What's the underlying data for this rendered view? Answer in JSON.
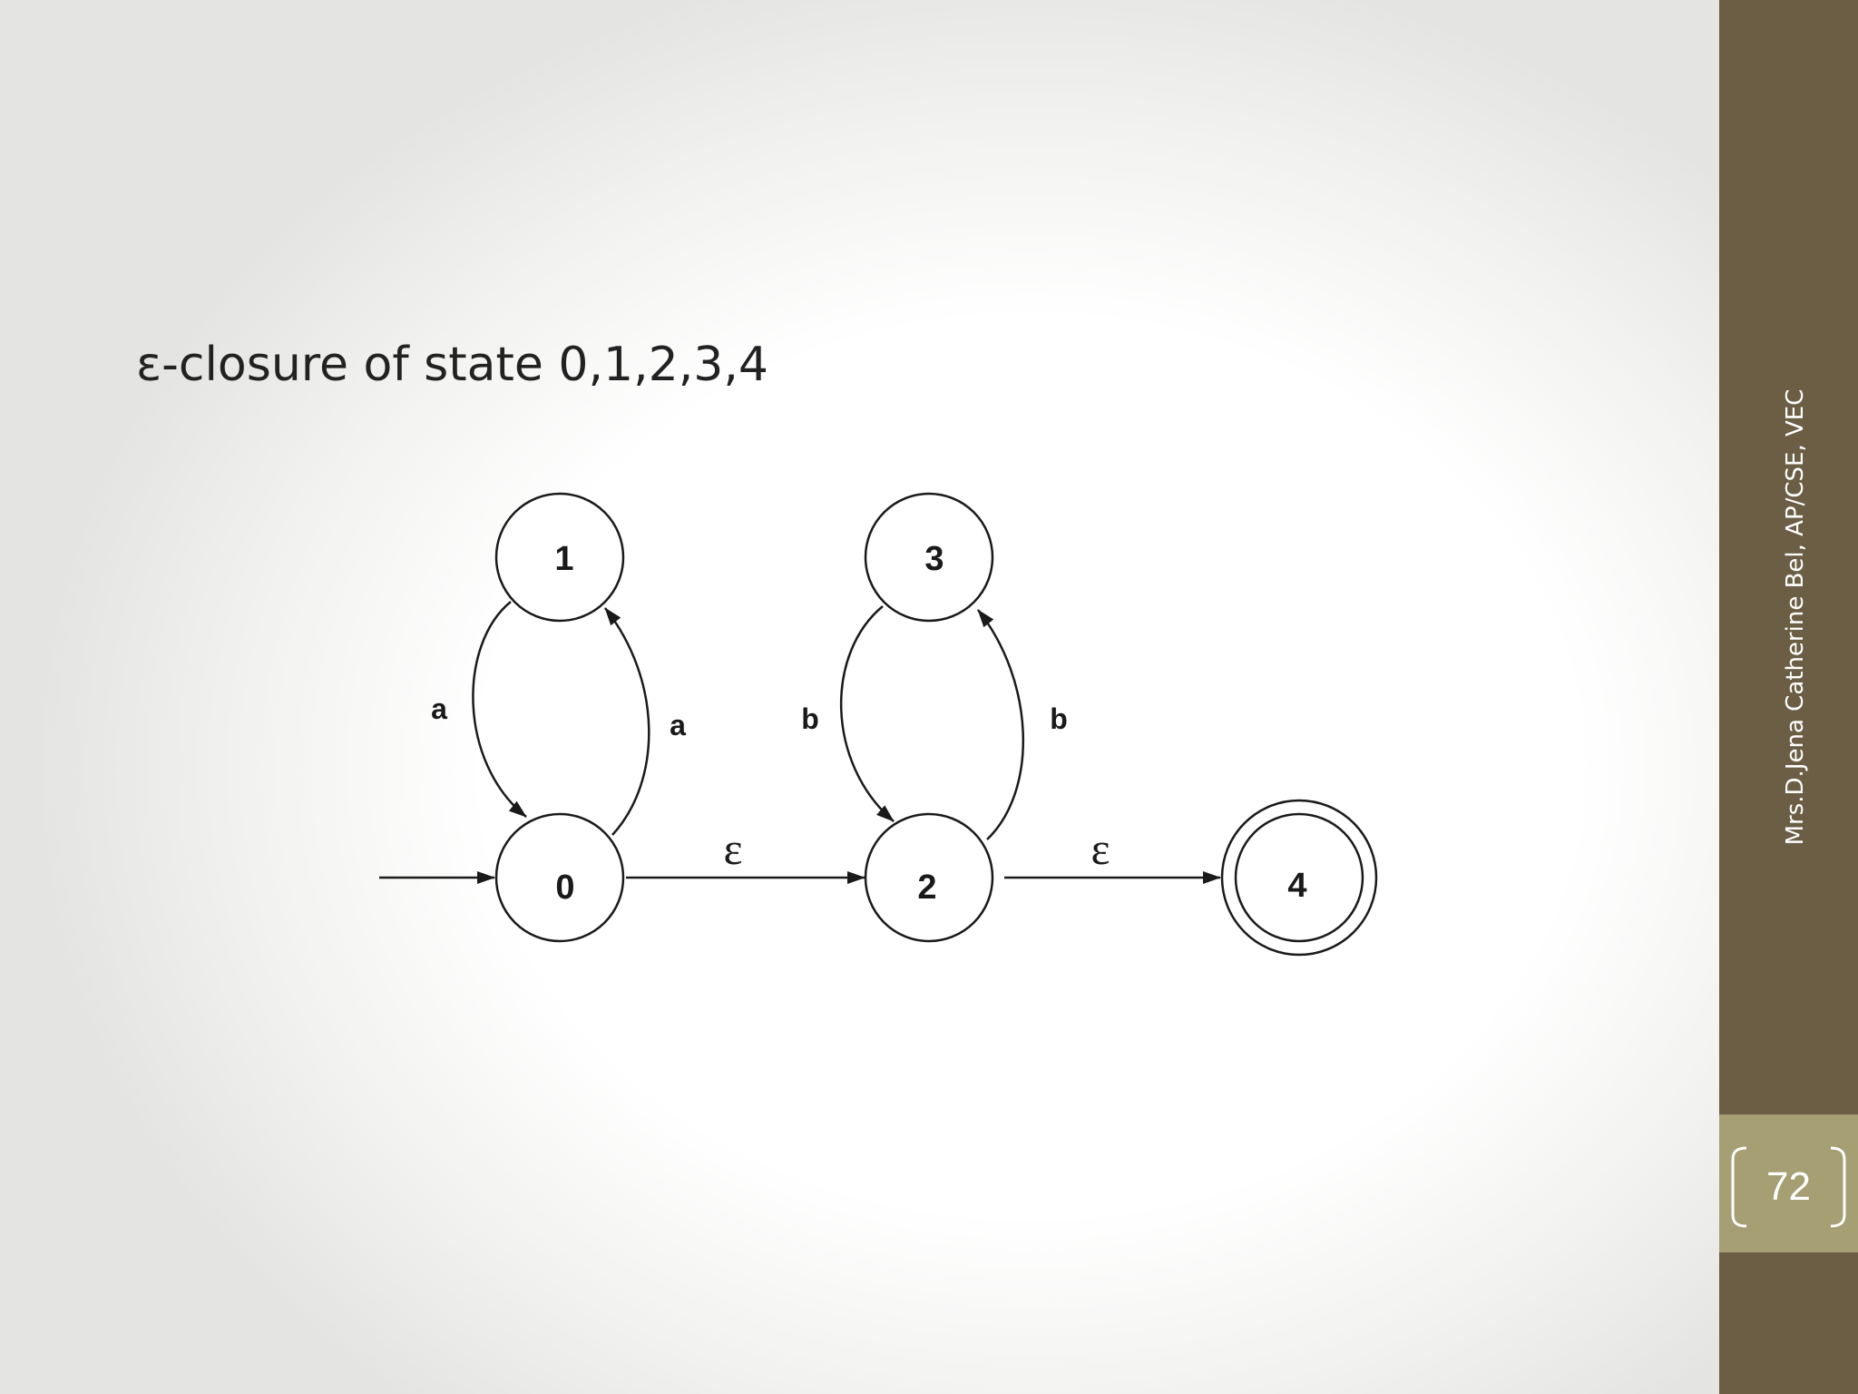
{
  "slide": {
    "title": "ε-closure of state 0,1,2,3,4",
    "author": "Mrs.D.Jena Catherine Bel, AP/CSE, VEC",
    "page_number": "72"
  },
  "diagram": {
    "states": [
      {
        "id": "0",
        "label": "0",
        "start": true,
        "accepting": false
      },
      {
        "id": "1",
        "label": "1",
        "start": false,
        "accepting": false
      },
      {
        "id": "2",
        "label": "2",
        "start": false,
        "accepting": false
      },
      {
        "id": "3",
        "label": "3",
        "start": false,
        "accepting": false
      },
      {
        "id": "4",
        "label": "4",
        "start": false,
        "accepting": true
      }
    ],
    "transitions": [
      {
        "from": "1",
        "to": "0",
        "label": "a"
      },
      {
        "from": "0",
        "to": "1",
        "label": "a"
      },
      {
        "from": "3",
        "to": "2",
        "label": "b"
      },
      {
        "from": "2",
        "to": "3",
        "label": "b"
      },
      {
        "from": "0",
        "to": "2",
        "label": "ε"
      },
      {
        "from": "2",
        "to": "4",
        "label": "ε"
      }
    ]
  },
  "colors": {
    "sidebar": "#6b5e45",
    "page_block": "#a59f73",
    "ink": "#1a1a1a"
  }
}
